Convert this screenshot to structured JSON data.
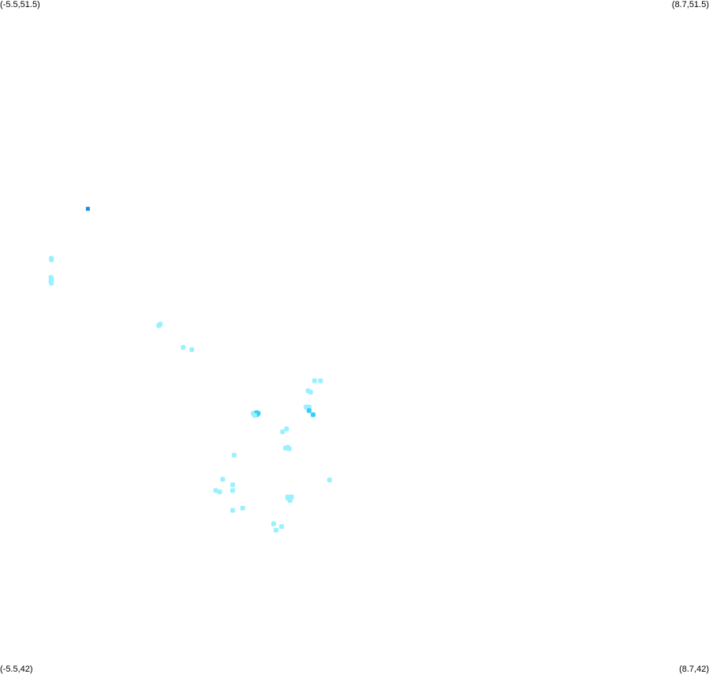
{
  "corners": {
    "top_left": "(-5.5,51.5)",
    "top_right": "(8.7,51.5)",
    "bottom_left": "(-5.5,42)",
    "bottom_right": "(8.7,42)"
  },
  "extent": {
    "lon_min": -5.5,
    "lon_max": 8.7,
    "lat_min": 42,
    "lat_max": 51.5
  },
  "colors": {
    "light": "#99f0ff",
    "medium": "#33d1f5",
    "dark": "#1a8fe0"
  },
  "points": [
    {
      "lon": -3.74,
      "lat": 48.55,
      "level": "dark"
    },
    {
      "lon": -4.47,
      "lat": 47.85,
      "level": "light"
    },
    {
      "lon": -4.47,
      "lat": 47.83,
      "level": "light"
    },
    {
      "lon": -4.48,
      "lat": 47.58,
      "level": "light"
    },
    {
      "lon": -4.47,
      "lat": 47.55,
      "level": "light"
    },
    {
      "lon": -4.48,
      "lat": 47.52,
      "level": "light"
    },
    {
      "lon": -4.47,
      "lat": 47.5,
      "level": "light"
    },
    {
      "lon": -2.32,
      "lat": 46.9,
      "level": "light"
    },
    {
      "lon": -2.29,
      "lat": 46.92,
      "level": "light"
    },
    {
      "lon": -1.83,
      "lat": 46.59,
      "level": "light"
    },
    {
      "lon": -1.66,
      "lat": 46.56,
      "level": "light"
    },
    {
      "lon": 0.8,
      "lat": 46.12,
      "level": "light"
    },
    {
      "lon": 0.92,
      "lat": 46.12,
      "level": "light"
    },
    {
      "lon": 0.67,
      "lat": 45.98,
      "level": "light"
    },
    {
      "lon": 0.72,
      "lat": 45.96,
      "level": "light"
    },
    {
      "lon": 0.63,
      "lat": 45.75,
      "level": "light"
    },
    {
      "lon": 0.69,
      "lat": 45.75,
      "level": "light"
    },
    {
      "lon": 0.69,
      "lat": 45.7,
      "level": "medium"
    },
    {
      "lon": 0.77,
      "lat": 45.64,
      "level": "medium"
    },
    {
      "lon": -0.43,
      "lat": 45.66,
      "level": "light"
    },
    {
      "lon": -0.36,
      "lat": 45.67,
      "level": "medium"
    },
    {
      "lon": -0.36,
      "lat": 45.64,
      "level": "medium"
    },
    {
      "lon": -0.33,
      "lat": 45.66,
      "level": "medium"
    },
    {
      "lon": -0.4,
      "lat": 45.63,
      "level": "light"
    },
    {
      "lon": 0.24,
      "lat": 45.44,
      "level": "light"
    },
    {
      "lon": 0.16,
      "lat": 45.4,
      "level": "light"
    },
    {
      "lon": 0.22,
      "lat": 45.17,
      "level": "light"
    },
    {
      "lon": 0.29,
      "lat": 45.16,
      "level": "light"
    },
    {
      "lon": 0.26,
      "lat": 45.18,
      "level": "light"
    },
    {
      "lon": -0.81,
      "lat": 45.07,
      "level": "light"
    },
    {
      "lon": -1.04,
      "lat": 44.73,
      "level": "light"
    },
    {
      "lon": -0.84,
      "lat": 44.65,
      "level": "light"
    },
    {
      "lon": -0.84,
      "lat": 44.57,
      "level": "light"
    },
    {
      "lon": -1.18,
      "lat": 44.57,
      "level": "light"
    },
    {
      "lon": -1.1,
      "lat": 44.55,
      "level": "light"
    },
    {
      "lon": 0.26,
      "lat": 44.48,
      "level": "light"
    },
    {
      "lon": 0.34,
      "lat": 44.48,
      "level": "light"
    },
    {
      "lon": 0.31,
      "lat": 44.43,
      "level": "light"
    },
    {
      "lon": 0.27,
      "lat": 44.46,
      "level": "light"
    },
    {
      "lon": 1.1,
      "lat": 44.72,
      "level": "light"
    },
    {
      "lon": -0.64,
      "lat": 44.32,
      "level": "light"
    },
    {
      "lon": -0.84,
      "lat": 44.29,
      "level": "light"
    },
    {
      "lon": -0.02,
      "lat": 44.1,
      "level": "light"
    },
    {
      "lon": 0.14,
      "lat": 44.06,
      "level": "light"
    },
    {
      "lon": 0.03,
      "lat": 44.01,
      "level": "light"
    }
  ]
}
